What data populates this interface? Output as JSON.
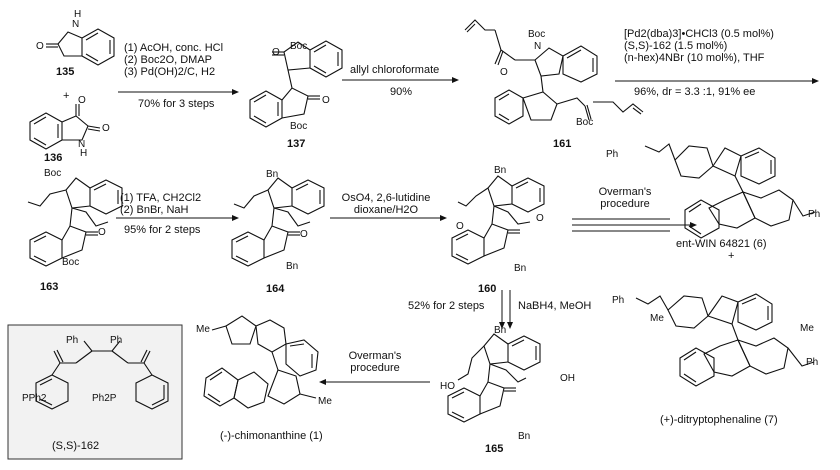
{
  "compounds": {
    "c135": "135",
    "c136": "136",
    "c137": "137",
    "c161": "161",
    "c163": "163",
    "c164": "164",
    "c160": "160",
    "c165": "165",
    "c6": "ent-WIN 64821 (6)",
    "c7": "(+)-ditryptophenaline (7)",
    "c1": "(-)-chimonanthine (1)",
    "c162": "(S,S)-162",
    "plus1": "+",
    "plus2": "+"
  },
  "steps": {
    "step1": [
      "(1) AcOH, conc. HCl",
      "(2) Boc2O, DMAP",
      "(3) Pd(OH)2/C, H2"
    ],
    "step1_yield": "70% for 3 steps",
    "step2_reagent": "allyl chloroformate",
    "step2_yield": "90%",
    "step3": [
      "[Pd2(dba)3]•CHCl3 (0.5 mol%)",
      "(S,S)-162 (1.5 mol%)",
      "(n-hex)4NBr (10 mol%), THF"
    ],
    "step3_yield": "96%, dr = 3.3 :1, 91% ee",
    "step4": [
      "(1) TFA, CH2Cl2",
      "(2) BnBr, NaH"
    ],
    "step4_yield": "95% for 2 steps",
    "step5": [
      "OsO4, 2,6-lutidine",
      "dioxane/H2O"
    ],
    "step6": [
      "Overman's",
      "procedure"
    ],
    "step7_yield": "52% for 2 steps",
    "step7_reagent": "NaBH4, MeOH",
    "step8": [
      "Overman's",
      "procedure"
    ]
  },
  "atoms": {
    "H": "H",
    "N": "N",
    "O": "O",
    "Boc": "Boc",
    "Bn": "Bn",
    "Me": "Me",
    "Ph": "Ph",
    "OH": "OH",
    "HO": "HO",
    "PPh2": "PPh2",
    "Ph2P": "Ph2P"
  }
}
